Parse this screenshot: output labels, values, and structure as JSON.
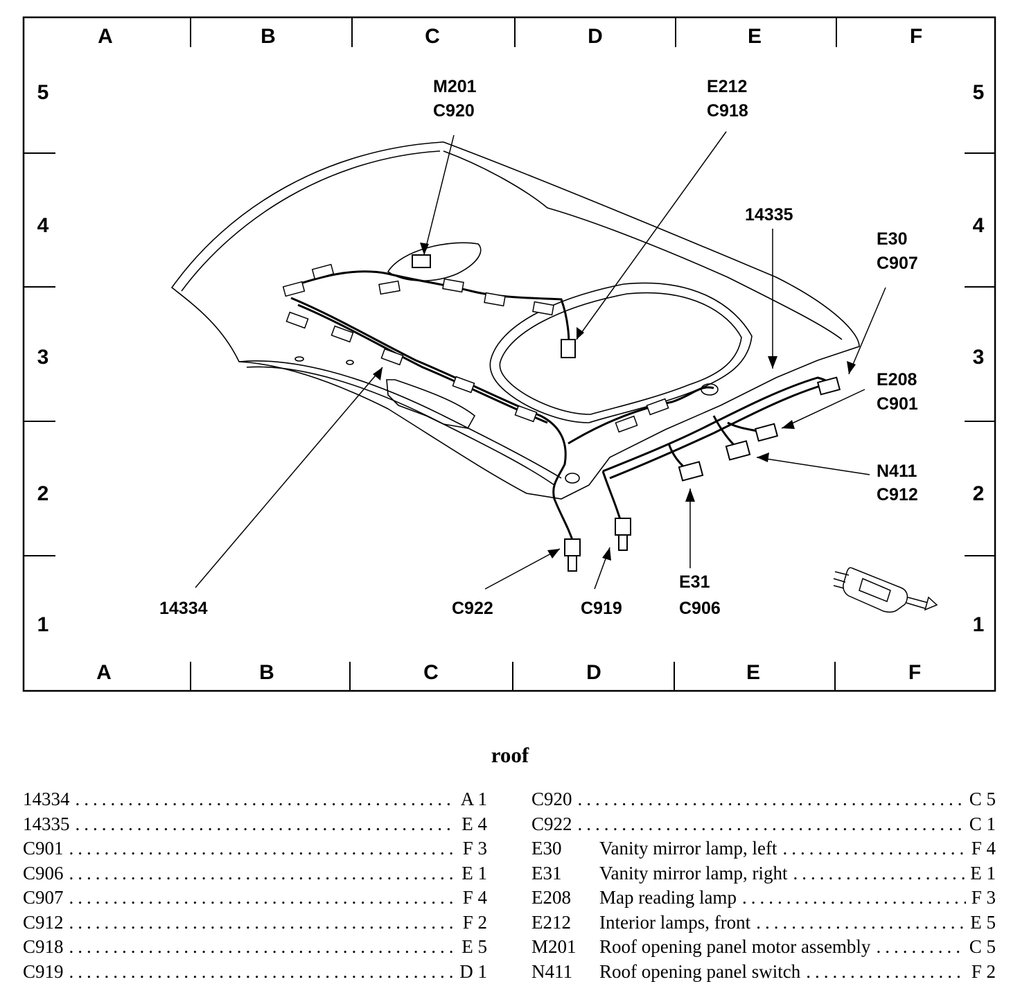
{
  "grid": {
    "columns": [
      "A",
      "B",
      "C",
      "D",
      "E",
      "F"
    ],
    "rows": [
      "5",
      "4",
      "3",
      "2",
      "1"
    ]
  },
  "callouts": {
    "m201_c920": [
      "M201",
      "C920"
    ],
    "e212_c918": [
      "E212",
      "C918"
    ],
    "p14335": [
      "14335"
    ],
    "e30_c907": [
      "E30",
      "C907"
    ],
    "e208_c901": [
      "E208",
      "C901"
    ],
    "n411_c912": [
      "N411",
      "C912"
    ],
    "e31_c906": [
      "E31",
      "C906"
    ],
    "p14334": [
      "14334"
    ],
    "c922": [
      "C922"
    ],
    "c919": [
      "C919"
    ]
  },
  "caption": "roof",
  "legend_left": [
    {
      "code": "14334",
      "loc": "A 1"
    },
    {
      "code": "14335",
      "loc": "E 4"
    },
    {
      "code": "C901",
      "loc": "F 3"
    },
    {
      "code": "C906",
      "loc": "E 1"
    },
    {
      "code": "C907",
      "loc": "F 4"
    },
    {
      "code": "C912",
      "loc": "F 2"
    },
    {
      "code": "C918",
      "loc": "E 5"
    },
    {
      "code": "C919",
      "loc": "D 1"
    }
  ],
  "legend_right": [
    {
      "code": "C920",
      "desc": "",
      "loc": "C 5"
    },
    {
      "code": "C922",
      "desc": "",
      "loc": "C 1"
    },
    {
      "code": "E30",
      "desc": "Vanity mirror lamp, left",
      "loc": "F 4"
    },
    {
      "code": "E31",
      "desc": "Vanity mirror lamp, right",
      "loc": "E 1"
    },
    {
      "code": "E208",
      "desc": "Map reading lamp",
      "loc": "F 3"
    },
    {
      "code": "E212",
      "desc": "Interior lamps, front",
      "loc": "E 5"
    },
    {
      "code": "M201",
      "desc": "Roof opening panel motor assembly",
      "loc": "C 5"
    },
    {
      "code": "N411",
      "desc": "Roof opening panel switch",
      "loc": "F 2"
    }
  ]
}
